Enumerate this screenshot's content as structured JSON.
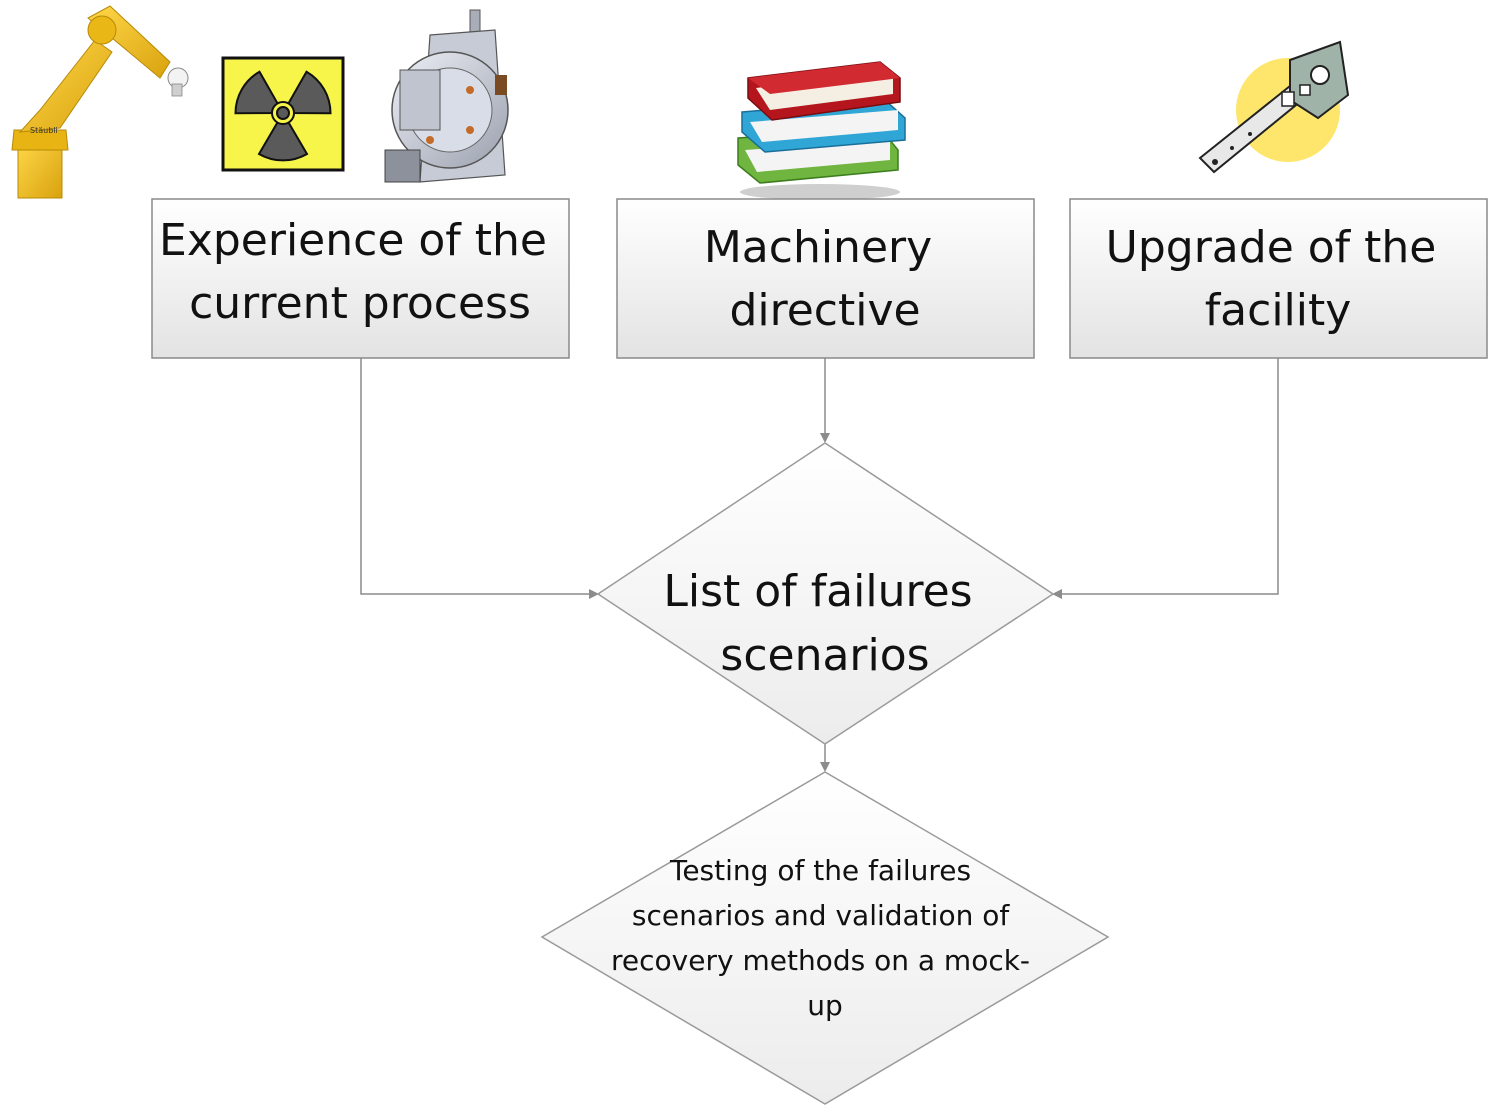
{
  "diagram": {
    "sources": [
      {
        "id": "experience",
        "lines": [
          "Experience of the",
          "current process"
        ]
      },
      {
        "id": "machinery",
        "lines": [
          "Machinery",
          "directive"
        ]
      },
      {
        "id": "upgrade",
        "lines": [
          "Upgrade of the",
          "facility"
        ]
      }
    ],
    "decision": {
      "lines": [
        "List of failures",
        "scenarios"
      ]
    },
    "test": {
      "lines": [
        "Testing of the failures",
        "scenarios and validation of",
        "recovery methods on a mock-",
        "up"
      ]
    },
    "illustrations": [
      {
        "name": "robot-arm-icon"
      },
      {
        "name": "radiation-icon"
      },
      {
        "name": "process-machine-icon"
      },
      {
        "name": "books-icon"
      },
      {
        "name": "wrench-icon"
      }
    ],
    "colors": {
      "box_fill_top": "#ffffff",
      "box_fill_bottom": "#e2e2e2",
      "box_stroke": "#8a8a8a",
      "connector": "#8c8c8c",
      "robot": "#f2c21b",
      "radiation_bg": "#f7f44a",
      "books_red": "#b5161d",
      "books_blue": "#2fa6d6",
      "books_green": "#6fb53f",
      "wrench_sun": "#fde66b"
    }
  }
}
